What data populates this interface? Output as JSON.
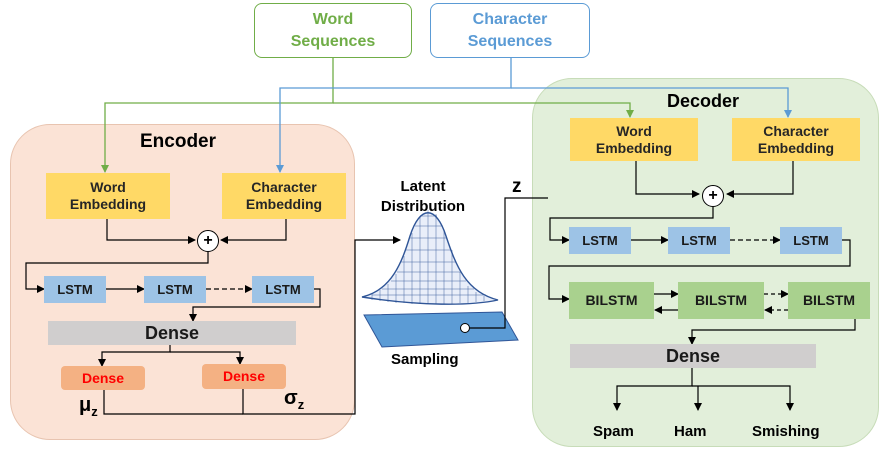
{
  "inputs": {
    "word": "Word\nSequences",
    "character": "Character\nSequences"
  },
  "encoder": {
    "title": "Encoder",
    "word_embedding": "Word\nEmbedding",
    "char_embedding": "Character\nEmbedding",
    "combine_symbol": "+",
    "lstm": [
      "LSTM",
      "LSTM",
      "LSTM"
    ],
    "dense": "Dense",
    "dense_mu": "Dense",
    "dense_sigma": "Dense",
    "mu_label": "μ",
    "mu_sub": "z",
    "sigma_label": "σ",
    "sigma_sub": "z"
  },
  "latent": {
    "title": "Latent\nDistribution",
    "sampling": "Sampling",
    "z_label": "z"
  },
  "decoder": {
    "title": "Decoder",
    "word_embedding": "Word\nEmbedding",
    "char_embedding": "Character\nEmbedding",
    "combine_symbol": "+",
    "lstm": [
      "LSTM",
      "LSTM",
      "LSTM"
    ],
    "bilstm": [
      "BILSTM",
      "BILSTM",
      "BILSTM"
    ],
    "dense": "Dense",
    "outputs": [
      "Spam",
      "Ham",
      "Smishing"
    ]
  },
  "colors": {
    "encoder_bg": "#fbe3d6",
    "decoder_bg": "#e2efda",
    "word_seq": "#70ad47",
    "char_seq": "#5b9bd5",
    "sampling_plane": "#5b9bd5"
  }
}
